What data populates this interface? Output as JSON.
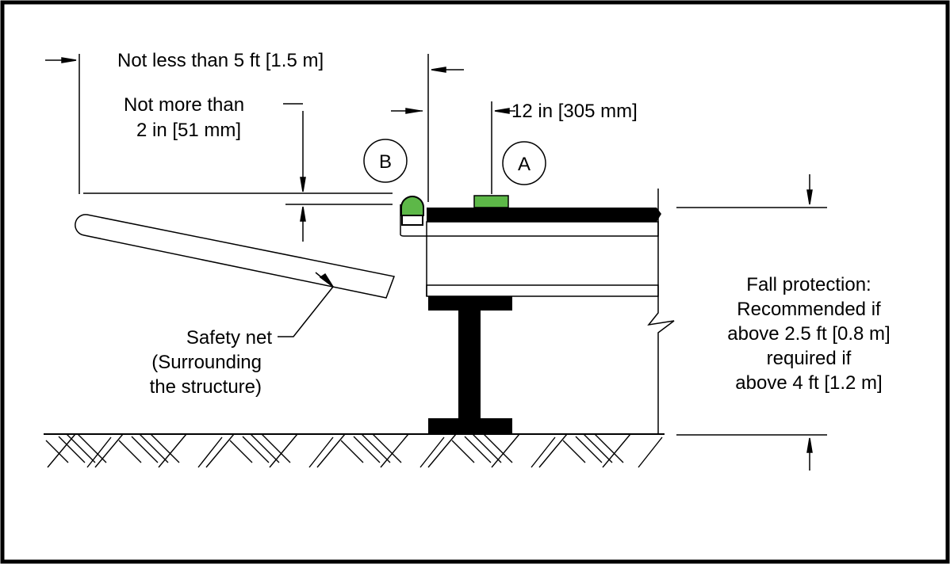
{
  "dimensions": {
    "min_distance": "Not less than 5 ft [1.5 m]",
    "max_gap_line1": "Not more than",
    "max_gap_line2": "2 in [51 mm]",
    "offset": "12 in [305 mm]"
  },
  "markers": {
    "a": "A",
    "b": "B"
  },
  "safety_net": [
    "Safety net",
    "(Surrounding",
    "the structure)"
  ],
  "fall_protection": [
    "Fall protection:",
    "Recommended if",
    "above 2.5 ft [0.8 m]",
    "required if",
    "above 4 ft [1.2 m]"
  ],
  "colors": {
    "marker_green": "#5db848",
    "outline": "#000000"
  }
}
